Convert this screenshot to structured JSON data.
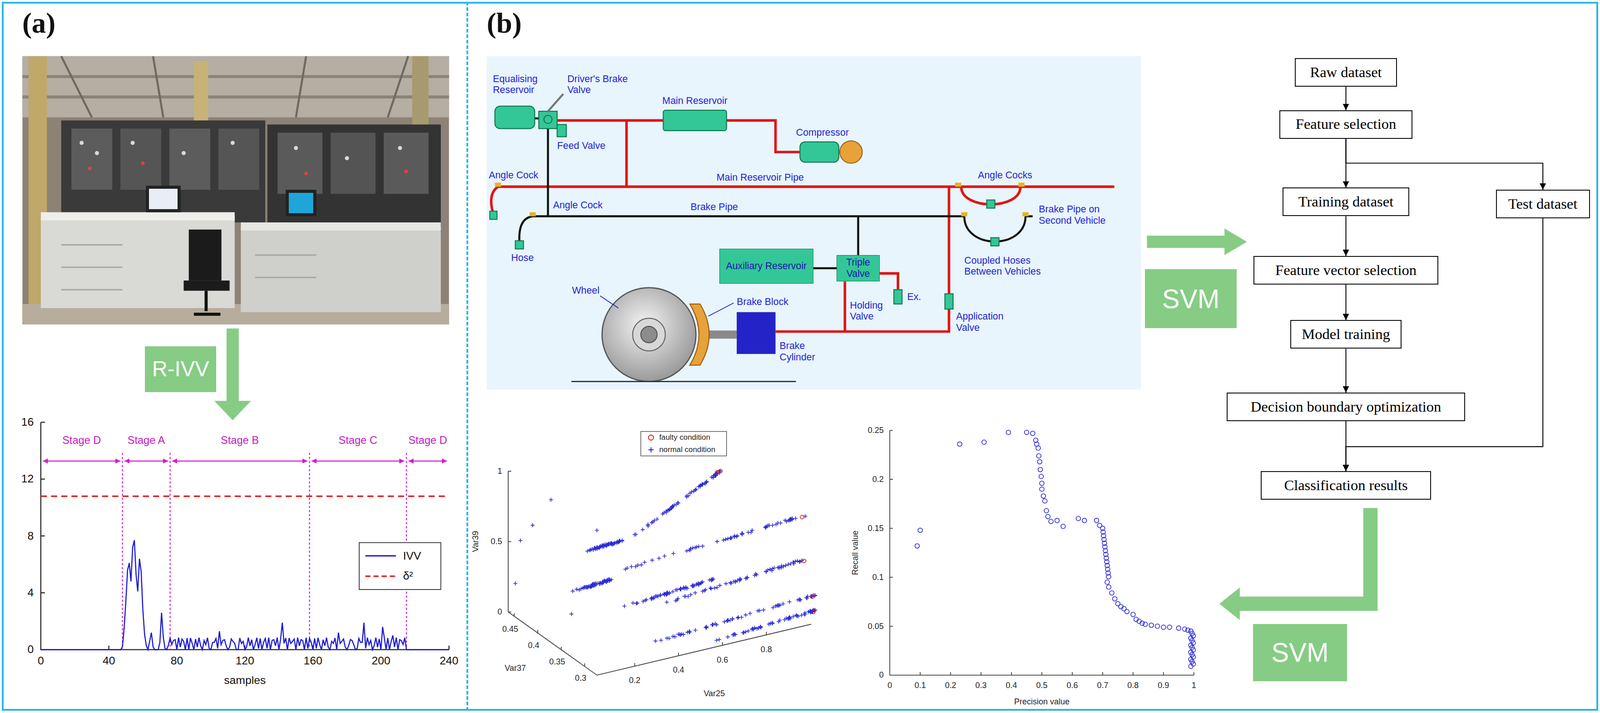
{
  "diagram": {
    "nodes": [
      {
        "text": [
          "(a)"
        ]
      },
      {
        "text": [
          "R-IVV"
        ],
        "in": 0
      },
      {
        "text": [
          "(b)"
        ]
      },
      {
        "text": [
          "Auxiliary Reservoir"
        ],
        "in": 2
      },
      {
        "text": [
          "Triple Valve"
        ],
        "in": 2
      },
      {
        "text": [
          "SVM"
        ],
        "in": 2
      },
      {
        "text": [
          "Raw dataset"
        ],
        "in": 2
      },
      {
        "text": [
          "Feature selection"
        ],
        "in": 2
      },
      {
        "text": [
          "Training dataset"
        ],
        "in": 2
      },
      {
        "text": [
          "Test dataset"
        ],
        "in": 2
      },
      {
        "text": [
          "Feature vector selection"
        ],
        "in": 2
      },
      {
        "text": [
          "Model training"
        ],
        "in": 2
      },
      {
        "text": [
          "Decision boundary optimization"
        ],
        "in": 2
      },
      {
        "text": [
          "Classification results"
        ],
        "in": 2
      },
      {
        "text": [
          "SVM"
        ],
        "in": 2
      }
    ],
    "edges": [
      {
        "from": 3,
        "to": 4,
        "arrow": "none"
      },
      {
        "from": 6,
        "to": 7,
        "arrow": "to"
      },
      {
        "from": 7,
        "to": 8,
        "arrow": "to"
      },
      {
        "from": 7,
        "to": 9,
        "arrow": "to"
      },
      {
        "from": 8,
        "to": 10,
        "arrow": "to"
      },
      {
        "from": 10,
        "to": 11,
        "arrow": "to"
      },
      {
        "from": 11,
        "to": 12,
        "arrow": "to"
      },
      {
        "from": 12,
        "to": 13,
        "arrow": "to"
      },
      {
        "from": 9,
        "to": 13,
        "arrow": "to"
      }
    ],
    "labels": [
      "Stage D",
      "Stage A",
      "Stage B",
      "Stage C",
      "Stage D",
      "0",
      "4",
      "8",
      "12",
      "16",
      "0",
      "40",
      "80",
      "120",
      "160",
      "200",
      "240",
      "samples",
      "Equalising Reservoir",
      "Driver's Brake Valve",
      "Feed Valve",
      "Main Reservoir",
      "Compressor",
      "Angle Cock",
      "Main Reservoir Pipe",
      "Angle Cocks",
      "Angle Cock",
      "Brake Pipe",
      "Brake Pipe on Second Vehicle",
      "Hose",
      "Coupled Hoses Between Vehicles",
      "Holding Valve",
      "Ex.",
      "Application Valve",
      "Wheel",
      "Brake Block",
      "Brake Cylinder",
      "Var39",
      "0",
      "0.5",
      "1",
      "Var37",
      "0.3",
      "0.35",
      "0.4",
      "0.45",
      "Var25",
      "0.2",
      "0.4",
      "0.6",
      "0.8",
      "Recall value",
      "0",
      "0.05",
      "0.1",
      "0.15",
      "0.2",
      "0.25",
      "0",
      "0.1",
      "0.2",
      "0.3",
      "0.4",
      "0.5",
      "0.6",
      "0.7",
      "0.8",
      "0.9",
      "1",
      "Precision value"
    ],
    "legend": [
      {
        "text": "IVV"
      },
      {
        "text": "δ²"
      },
      {
        "text": "faulty condition"
      },
      {
        "text": "normal condition"
      }
    ]
  }
}
